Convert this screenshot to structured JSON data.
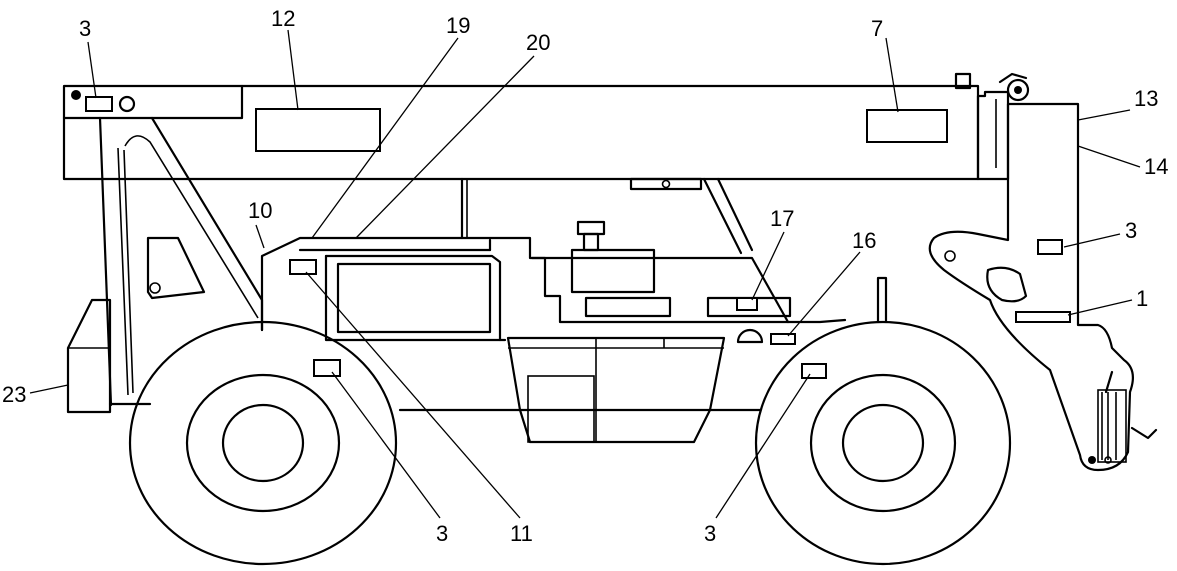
{
  "colors": {
    "line": "#000000",
    "background": "#ffffff"
  },
  "callouts": [
    {
      "id": "c3a",
      "label": "3"
    },
    {
      "id": "c12",
      "label": "12"
    },
    {
      "id": "c19",
      "label": "19"
    },
    {
      "id": "c20",
      "label": "20"
    },
    {
      "id": "c7",
      "label": "7"
    },
    {
      "id": "c13",
      "label": "13"
    },
    {
      "id": "c14",
      "label": "14"
    },
    {
      "id": "c10",
      "label": "10"
    },
    {
      "id": "c17",
      "label": "17"
    },
    {
      "id": "c16",
      "label": "16"
    },
    {
      "id": "c3b",
      "label": "3"
    },
    {
      "id": "c1",
      "label": "1"
    },
    {
      "id": "c23",
      "label": "23"
    },
    {
      "id": "c3c",
      "label": "3"
    },
    {
      "id": "c11",
      "label": "11"
    },
    {
      "id": "c3d",
      "label": "3"
    }
  ]
}
